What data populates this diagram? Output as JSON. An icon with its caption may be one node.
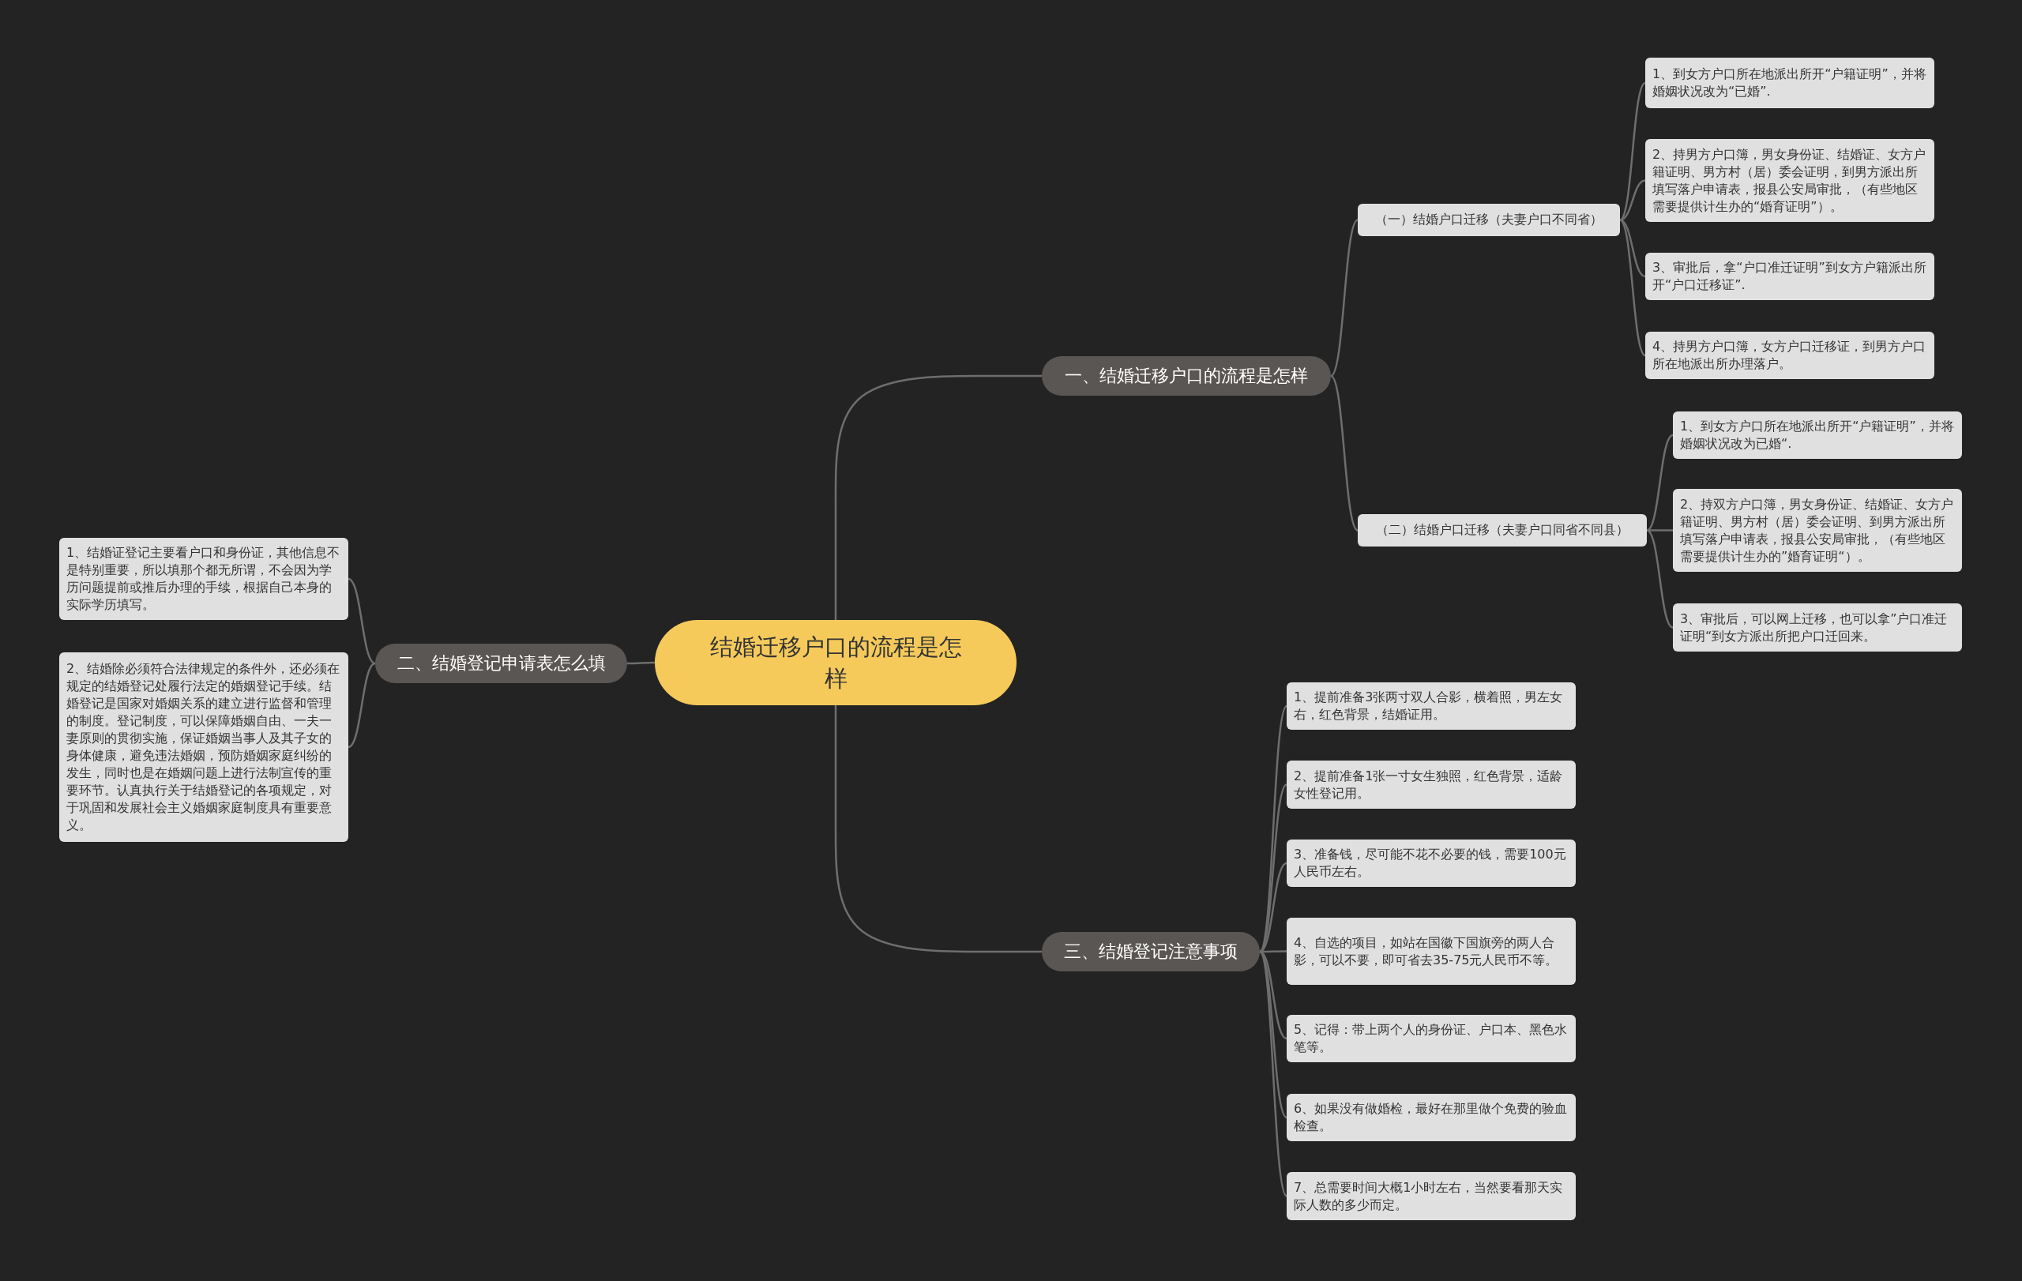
{
  "diagram": {
    "nodes": [
      {
        "text": [
          "结婚迁移户口的流程是怎样"
        ]
      },
      {
        "text": [
          "一、结婚迁移户口的流程是怎样"
        ]
      },
      {
        "text": [
          "（一）结婚户口迁移（夫妻户口不同省）"
        ]
      },
      {
        "text": [
          "1、到女方户口所在地派出所开“户籍证明”，并将婚姻状况改为“已婚”."
        ]
      },
      {
        "text": [
          "2、持男方户口簿，男女身份证、结婚证、女方户籍证明、男方村（居）委会证明，到男方派出所填写落户申请表，报县公安局审批，（有些地区需要提供计生办的“婚育证明”）。"
        ]
      },
      {
        "text": [
          "3、审批后，拿“户口准迁证明”到女方户籍派出所开“户口迁移证”."
        ]
      },
      {
        "text": [
          "4、持男方户口簿，女方户口迁移证，到男方户口所在地派出所办理落户。"
        ]
      },
      {
        "text": [
          "（二）结婚户口迁移（夫妻户口同省不同县）"
        ]
      },
      {
        "text": [
          "1、到女方户口所在地派出所开“户籍证明”，并将婚姻状况改为已婚“."
        ]
      },
      {
        "text": [
          "2、持双方户口簿，男女身份证、结婚证、女方户籍证明、男方村（居）委会证明、到男方派出所填写落户申请表，报县公安局审批，（有些地区需要提供计生办的”婚育证明“）。"
        ]
      },
      {
        "text": [
          "3、审批后，可以网上迁移，也可以拿”户口准迁证明“到女方派出所把户口迁回来。"
        ]
      },
      {
        "text": [
          "二、结婚登记申请表怎么填"
        ]
      },
      {
        "text": [
          "1、结婚证登记主要看户口和身份证，其他信息不是特别重要，所以填那个都无所谓，不会因为学历问题提前或推后办理的手续，根据自己本身的实际学历填写。"
        ]
      },
      {
        "text": [
          "2、结婚除必须符合法律规定的条件外，还必须在规定的结婚登记处履行法定的婚姻登记手续。结婚登记是国家对婚姻关系的建立进行监督和管理的制度。登记制度，可以保障婚姻自由、一夫一妻原则的贯彻实施，保证婚姻当事人及其子女的身体健康，避免违法婚姻，预防婚姻家庭纠纷的发生，同时也是在婚姻问题上进行法制宣传的重要环节。认真执行关于结婚登记的各项规定，对于巩固和发展社会主义婚姻家庭制度具有重要意义。"
        ]
      },
      {
        "text": [
          "三、结婚登记注意事项"
        ]
      },
      {
        "text": [
          "1、提前准备3张两寸双人合影，横着照，男左女右，红色背景，结婚证用。"
        ]
      },
      {
        "text": [
          "2、提前准备1张一寸女生独照，红色背景，适龄女性登记用。"
        ]
      },
      {
        "text": [
          "3、准备钱，尽可能不花不必要的钱，需要100元人民币左右。"
        ]
      },
      {
        "text": [
          "4、自选的项目，如站在国徽下国旗旁的两人合影，可以不要，即可省去35-75元人民币不等。"
        ]
      },
      {
        "text": [
          "5、记得：带上两个人的身份证、户口本、黑色水笔等。"
        ]
      },
      {
        "text": [
          "6、如果没有做婚检，最好在那里做个免费的验血检查。"
        ]
      },
      {
        "text": [
          "7、总需要时间大概1小时左右，当然要看那天实际人数的多少而定。"
        ]
      }
    ],
    "edges": [
      {
        "from": 0,
        "to": 1,
        "arrow": "none"
      },
      {
        "from": 1,
        "to": 2,
        "arrow": "none"
      },
      {
        "from": 2,
        "to": 3,
        "arrow": "none"
      },
      {
        "from": 2,
        "to": 4,
        "arrow": "none"
      },
      {
        "from": 2,
        "to": 5,
        "arrow": "none"
      },
      {
        "from": 2,
        "to": 6,
        "arrow": "none"
      },
      {
        "from": 1,
        "to": 7,
        "arrow": "none"
      },
      {
        "from": 7,
        "to": 8,
        "arrow": "none"
      },
      {
        "from": 7,
        "to": 9,
        "arrow": "none"
      },
      {
        "from": 7,
        "to": 10,
        "arrow": "none"
      },
      {
        "from": 0,
        "to": 11,
        "arrow": "none"
      },
      {
        "from": 11,
        "to": 12,
        "arrow": "none"
      },
      {
        "from": 11,
        "to": 13,
        "arrow": "none"
      },
      {
        "from": 0,
        "to": 14,
        "arrow": "none"
      },
      {
        "from": 14,
        "to": 15,
        "arrow": "none"
      },
      {
        "from": 14,
        "to": 16,
        "arrow": "none"
      },
      {
        "from": 14,
        "to": 17,
        "arrow": "none"
      },
      {
        "from": 14,
        "to": 18,
        "arrow": "none"
      },
      {
        "from": 14,
        "to": 19,
        "arrow": "none"
      },
      {
        "from": 14,
        "to": 20,
        "arrow": "none"
      },
      {
        "from": 14,
        "to": 21,
        "arrow": "none"
      }
    ]
  }
}
